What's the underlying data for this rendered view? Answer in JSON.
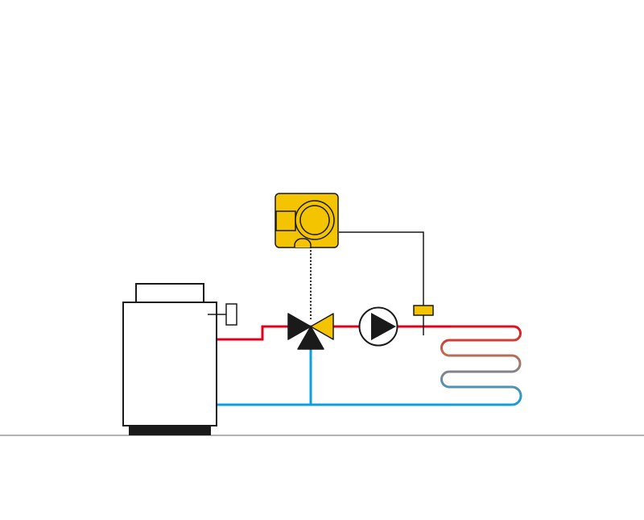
{
  "diagram": {
    "type": "heating-schematic",
    "components": [
      {
        "id": "boiler",
        "icon": "boiler-icon"
      },
      {
        "id": "boiler-sensor",
        "icon": "sensor-icon"
      },
      {
        "id": "controller",
        "icon": "controller-icon"
      },
      {
        "id": "mixing-valve",
        "icon": "three-way-valve-icon"
      },
      {
        "id": "pump",
        "icon": "circulation-pump-icon"
      },
      {
        "id": "flow-sensor",
        "icon": "sensor-icon"
      },
      {
        "id": "underfloor-loop",
        "icon": "heating-coil-icon"
      }
    ],
    "connections": [
      {
        "from": "boiler",
        "to": "mixing-valve",
        "kind": "supply-pipe"
      },
      {
        "from": "mixing-valve",
        "to": "pump",
        "kind": "supply-pipe"
      },
      {
        "from": "pump",
        "to": "underfloor-loop",
        "kind": "supply-pipe"
      },
      {
        "from": "underfloor-loop",
        "to": "boiler",
        "kind": "return-pipe"
      },
      {
        "from": "mixing-valve",
        "to": "return-pipe",
        "kind": "bypass-pipe"
      },
      {
        "from": "controller",
        "to": "mixing-valve",
        "kind": "actuator-link"
      },
      {
        "from": "controller",
        "to": "flow-sensor",
        "kind": "signal-wire"
      }
    ],
    "colors": {
      "supply": "#e2001a",
      "return": "#0aa0dc",
      "accent": "#f5c400",
      "outline": "#1a1a1a",
      "floor": "#9a9a9a"
    }
  }
}
